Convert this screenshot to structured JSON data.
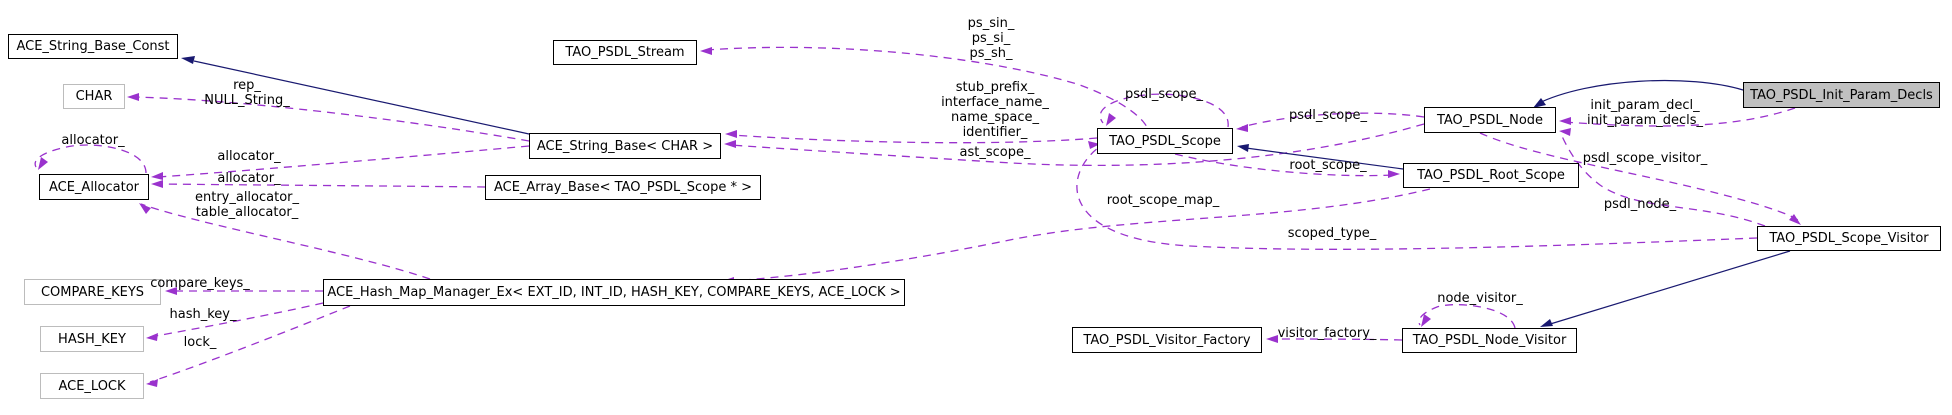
{
  "diagram": {
    "type": "doxygen-collaboration-graph",
    "background": "#ffffff",
    "member_edge_color": "#9a32cd",
    "inheritance_edge_color": "#191970",
    "node_fill": "#ffffff",
    "focus_node_fill": "#c0c0c0",
    "node_border": "#000000",
    "template_param_border": "#bcbcbc"
  },
  "nodes": {
    "ace_string_base_const": {
      "label": "ACE_String_Base_Const"
    },
    "char_param": {
      "label": "CHAR"
    },
    "ace_allocator": {
      "label": "ACE_Allocator"
    },
    "compare_keys_param": {
      "label": "COMPARE_KEYS"
    },
    "hash_key_param": {
      "label": "HASH_KEY"
    },
    "ace_lock_param": {
      "label": "ACE_LOCK"
    },
    "tao_psdl_stream": {
      "label": "TAO_PSDL_Stream"
    },
    "ace_string_base": {
      "label": "ACE_String_Base< CHAR >"
    },
    "ace_array_base": {
      "label": "ACE_Array_Base< TAO_PSDL_Scope * >"
    },
    "ace_hash_map": {
      "label": "ACE_Hash_Map_Manager_Ex< EXT_ID, INT_ID, HASH_KEY, COMPARE_KEYS, ACE_LOCK >"
    },
    "tao_psdl_scope": {
      "label": "TAO_PSDL_Scope"
    },
    "tao_psdl_node": {
      "label": "TAO_PSDL_Node"
    },
    "tao_psdl_root_scope": {
      "label": "TAO_PSDL_Root_Scope"
    },
    "tao_psdl_init_param_decls": {
      "label": "TAO_PSDL_Init_Param_Decls"
    },
    "tao_psdl_scope_visitor": {
      "label": "TAO_PSDL_Scope_Visitor"
    },
    "tao_psdl_visitor_factory": {
      "label": "TAO_PSDL_Visitor_Factory"
    },
    "tao_psdl_node_visitor": {
      "label": "TAO_PSDL_Node_Visitor"
    }
  },
  "edge_labels": {
    "rep": [
      "rep_",
      "NULL_String_"
    ],
    "allocator_self": [
      "allocator_"
    ],
    "allocator_string": [
      "allocator_"
    ],
    "allocator_array": [
      "allocator_"
    ],
    "entry_table": [
      "entry_allocator_",
      "table_allocator_"
    ],
    "compare_keys": [
      "compare_keys_"
    ],
    "hash_key": [
      "hash_key_"
    ],
    "lock": [
      "lock_"
    ],
    "ps": [
      "ps_sin_",
      "ps_si_",
      "ps_sh_"
    ],
    "stub": [
      "stub_prefix_",
      "interface_name_",
      "name_space_",
      "identifier_"
    ],
    "ast_scope": [
      "ast_scope_"
    ],
    "psdl_scope_self": [
      "psdl_scope_"
    ],
    "psdl_scope": [
      "psdl_scope_"
    ],
    "root_scope": [
      "root_scope_"
    ],
    "root_scope_map": [
      "root_scope_map_"
    ],
    "scoped_type": [
      "scoped_type_"
    ],
    "init_param": [
      "init_param_decl_",
      "init_param_decls_"
    ],
    "psdl_scope_visitor": [
      "psdl_scope_visitor_"
    ],
    "psdl_node": [
      "psdl_node_"
    ],
    "node_visitor": [
      "node_visitor_"
    ],
    "visitor_factory": [
      "visitor_factory_"
    ]
  }
}
